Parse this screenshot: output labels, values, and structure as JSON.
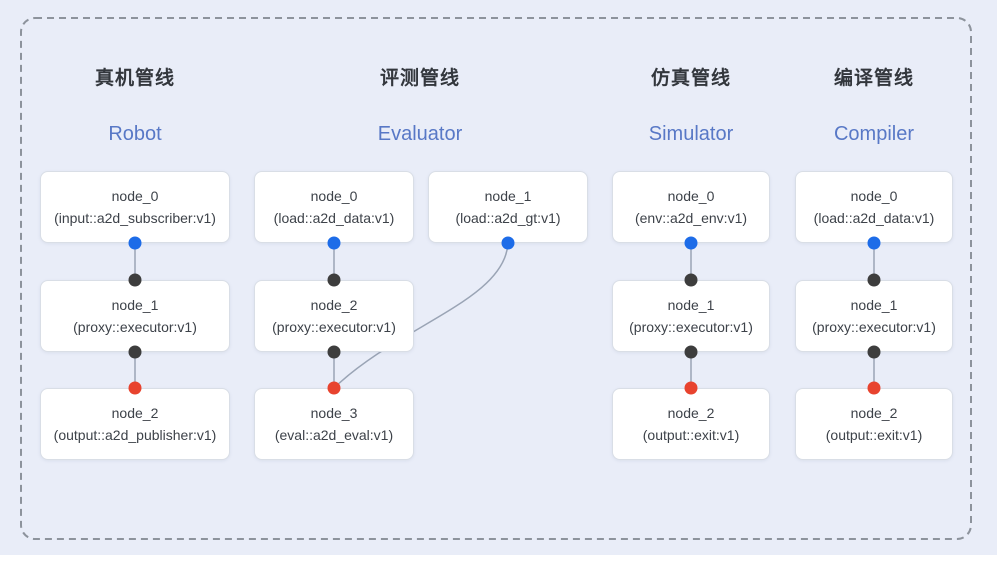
{
  "diagram": {
    "background_color": "#e9edf8",
    "dashed_border_color": "#8d939c",
    "edge_color": "#9aa4b5",
    "port_colors": {
      "output_blue": "#1d6ce8",
      "mid_black": "#3d3d3d",
      "input_red": "#e8432e"
    },
    "title_en_color": "#5878c6"
  },
  "pipelines": [
    {
      "title_zh": "真机管线",
      "title_en": "Robot",
      "nodes": [
        {
          "name": "node_0",
          "type": "(input::a2d_subscriber:v1)"
        },
        {
          "name": "node_1",
          "type": "(proxy::executor:v1)"
        },
        {
          "name": "node_2",
          "type": "(output::a2d_publisher:v1)"
        }
      ]
    },
    {
      "title_zh": "评测管线",
      "title_en": "Evaluator",
      "nodes": [
        {
          "name": "node_0",
          "type": "(load::a2d_data:v1)"
        },
        {
          "name": "node_1",
          "type": "(load::a2d_gt:v1)"
        },
        {
          "name": "node_2",
          "type": "(proxy::executor:v1)"
        },
        {
          "name": "node_3",
          "type": "(eval::a2d_eval:v1)"
        }
      ]
    },
    {
      "title_zh": "仿真管线",
      "title_en": "Simulator",
      "nodes": [
        {
          "name": "node_0",
          "type": "(env::a2d_env:v1)"
        },
        {
          "name": "node_1",
          "type": "(proxy::executor:v1)"
        },
        {
          "name": "node_2",
          "type": "(output::exit:v1)"
        }
      ]
    },
    {
      "title_zh": "编译管线",
      "title_en": "Compiler",
      "nodes": [
        {
          "name": "node_0",
          "type": "(load::a2d_data:v1)"
        },
        {
          "name": "node_1",
          "type": "(proxy::executor:v1)"
        },
        {
          "name": "node_2",
          "type": "(output::exit:v1)"
        }
      ]
    }
  ]
}
